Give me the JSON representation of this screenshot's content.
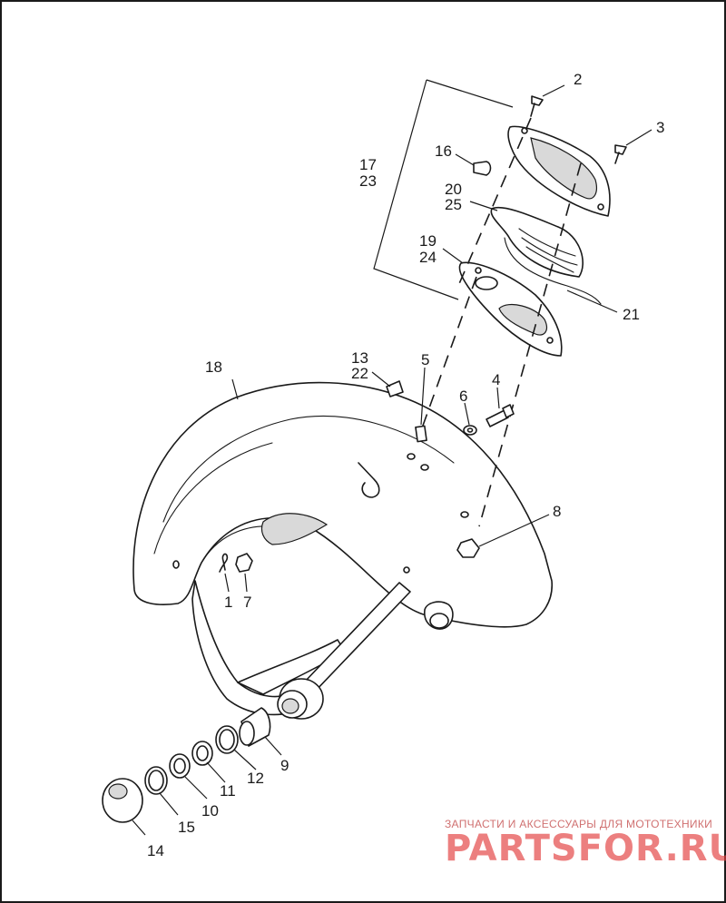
{
  "diagram": {
    "part_labels": [
      {
        "id": "p1",
        "text": "1"
      },
      {
        "id": "p2",
        "text": "2"
      },
      {
        "id": "p3",
        "text": "3"
      },
      {
        "id": "p4",
        "text": "4"
      },
      {
        "id": "p5",
        "text": "5"
      },
      {
        "id": "p6",
        "text": "6"
      },
      {
        "id": "p7",
        "text": "7"
      },
      {
        "id": "p8",
        "text": "8"
      },
      {
        "id": "p9",
        "text": "9"
      },
      {
        "id": "p10",
        "text": "10"
      },
      {
        "id": "p11",
        "text": "11"
      },
      {
        "id": "p12",
        "text": "12"
      },
      {
        "id": "p13",
        "text": "13"
      },
      {
        "id": "p14",
        "text": "14"
      },
      {
        "id": "p15",
        "text": "15"
      },
      {
        "id": "p16",
        "text": "16"
      },
      {
        "id": "p17",
        "text": "17"
      },
      {
        "id": "p18",
        "text": "18"
      },
      {
        "id": "p19",
        "text": "19"
      },
      {
        "id": "p20",
        "text": "20"
      },
      {
        "id": "p21",
        "text": "21"
      },
      {
        "id": "p22",
        "text": "22"
      },
      {
        "id": "p23",
        "text": "23"
      },
      {
        "id": "p24",
        "text": "24"
      },
      {
        "id": "p25",
        "text": "25"
      }
    ]
  },
  "watermark": {
    "subtitle": "ЗАПЧАСТИ И АКСЕССУАРЫ ДЛЯ МОТОТЕХНИКИ",
    "brand": "PARTSFOR.RU",
    "color": "#e23a3a"
  }
}
